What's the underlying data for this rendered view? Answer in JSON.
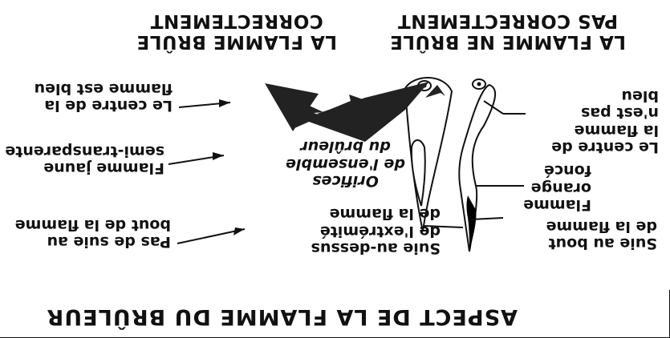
{
  "title": "ASPECT DE LA FLAMME DU BRÛLEUR",
  "left_heading": [
    "LA FLAMME NE BRÛLE",
    "PAS CORRECTEMENT"
  ],
  "right_heading": [
    "LA FLAMME BRÛLE",
    "CORRECTEMENT"
  ],
  "center_label": [
    "Orifices",
    "de l'ensemble",
    "du brûleur"
  ],
  "bad_flame_labels": {
    "center_not_blue": [
      "Le centre de",
      "la flamme",
      "n'est pas",
      "bleu"
    ],
    "dark_orange": [
      "Flamme",
      "orange",
      "foncé"
    ],
    "soot_tip": [
      "Suie au bout",
      "de la flamme"
    ]
  },
  "middle_soot_label": [
    "Suie au-dessus",
    "de l'extrémité",
    "de la flamme"
  ],
  "good_flame_labels": {
    "center_blue": [
      "Le centre de la",
      "flamme est bleu"
    ],
    "yellow_flame": [
      "Flamme jaune",
      "semi-transparente"
    ],
    "no_soot": [
      "Pas de suie au",
      "bout de la flamme"
    ]
  },
  "colors": {
    "ink": "#111111",
    "background": "#ffffff",
    "soot": "#000000"
  }
}
